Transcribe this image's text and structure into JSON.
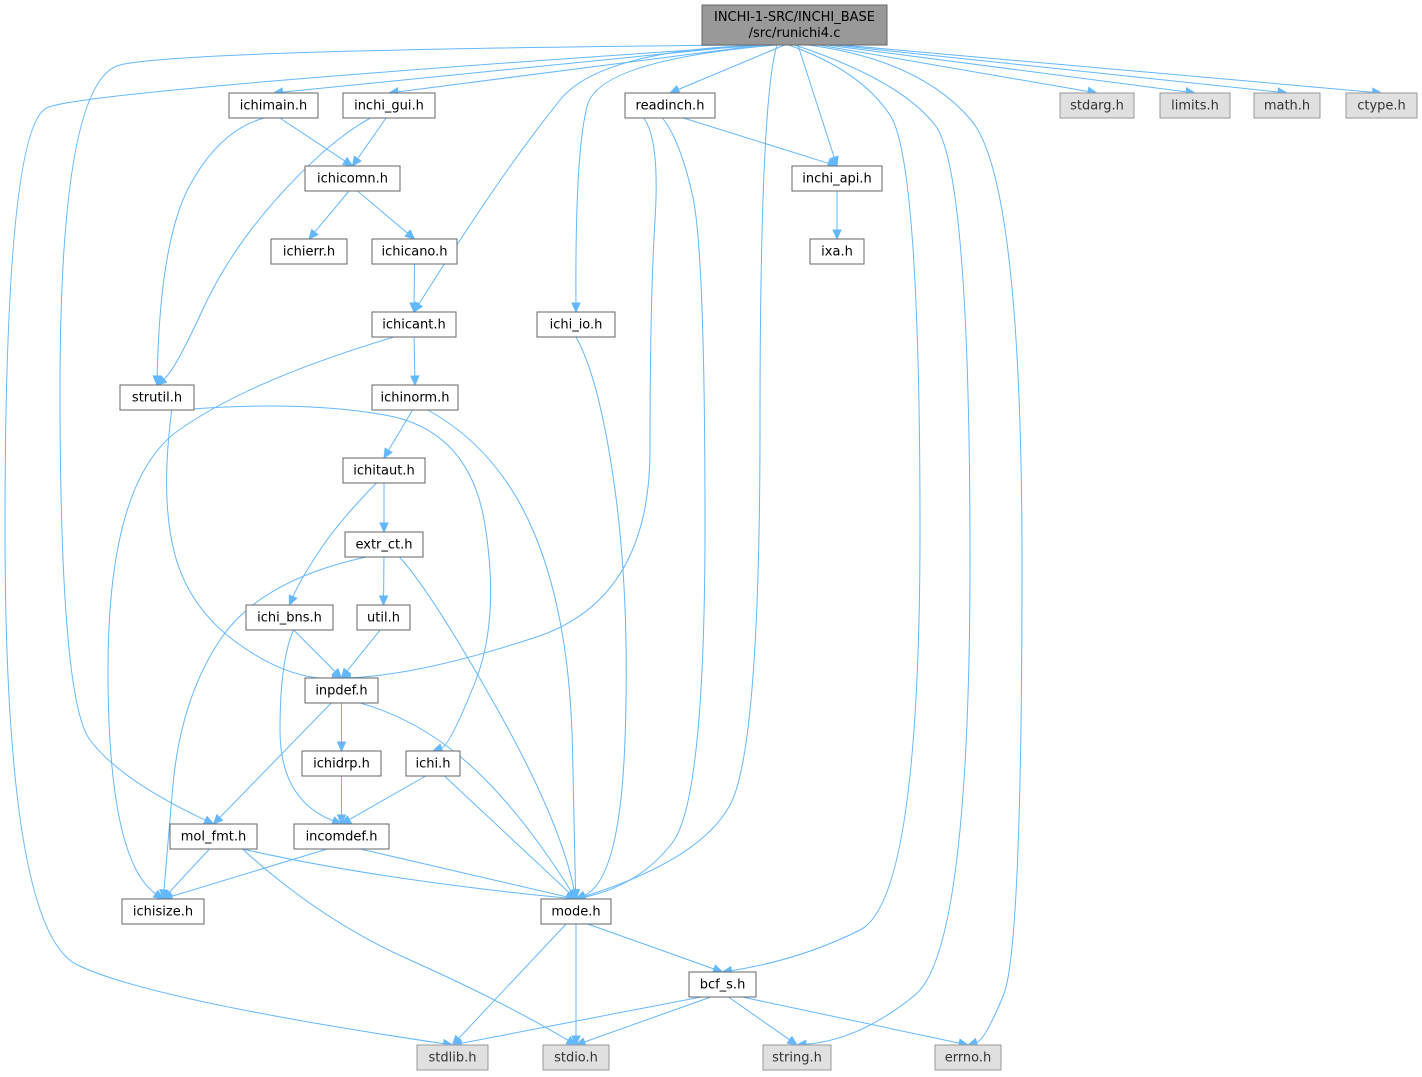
{
  "diagram": {
    "nodes": [
      {
        "id": "root",
        "kind": "root",
        "lines": [
          "INCHI-1-SRC/INCHI_BASE",
          "/src/runichi4.c"
        ]
      },
      {
        "id": "ichimain",
        "kind": "user",
        "lines": [
          "ichimain.h"
        ]
      },
      {
        "id": "inchi_gui",
        "kind": "user",
        "lines": [
          "inchi_gui.h"
        ]
      },
      {
        "id": "readinch",
        "kind": "user",
        "lines": [
          "readinch.h"
        ]
      },
      {
        "id": "stdarg",
        "kind": "system",
        "lines": [
          "stdarg.h"
        ]
      },
      {
        "id": "limits",
        "kind": "system",
        "lines": [
          "limits.h"
        ]
      },
      {
        "id": "math",
        "kind": "system",
        "lines": [
          "math.h"
        ]
      },
      {
        "id": "ctype",
        "kind": "system",
        "lines": [
          "ctype.h"
        ]
      },
      {
        "id": "ichicomn",
        "kind": "user",
        "lines": [
          "ichicomn.h"
        ]
      },
      {
        "id": "inchi_api",
        "kind": "user",
        "lines": [
          "inchi_api.h"
        ]
      },
      {
        "id": "ichierr",
        "kind": "user",
        "lines": [
          "ichierr.h"
        ]
      },
      {
        "id": "ichicano",
        "kind": "user",
        "lines": [
          "ichicano.h"
        ]
      },
      {
        "id": "ixa",
        "kind": "user",
        "lines": [
          "ixa.h"
        ]
      },
      {
        "id": "ichicant",
        "kind": "user",
        "lines": [
          "ichicant.h"
        ]
      },
      {
        "id": "ichi_io",
        "kind": "user",
        "lines": [
          "ichi_io.h"
        ]
      },
      {
        "id": "strutil",
        "kind": "user",
        "lines": [
          "strutil.h"
        ]
      },
      {
        "id": "ichinorm",
        "kind": "user",
        "lines": [
          "ichinorm.h"
        ]
      },
      {
        "id": "ichitaut",
        "kind": "user",
        "lines": [
          "ichitaut.h"
        ]
      },
      {
        "id": "extr_ct",
        "kind": "user",
        "lines": [
          "extr_ct.h"
        ]
      },
      {
        "id": "ichi_bns",
        "kind": "user",
        "lines": [
          "ichi_bns.h"
        ]
      },
      {
        "id": "util",
        "kind": "user",
        "lines": [
          "util.h"
        ]
      },
      {
        "id": "inpdef",
        "kind": "user",
        "lines": [
          "inpdef.h"
        ]
      },
      {
        "id": "ichidrp",
        "kind": "user",
        "lines": [
          "ichidrp.h"
        ]
      },
      {
        "id": "ichi",
        "kind": "user",
        "lines": [
          "ichi.h"
        ]
      },
      {
        "id": "mol_fmt",
        "kind": "user",
        "lines": [
          "mol_fmt.h"
        ]
      },
      {
        "id": "incomdef",
        "kind": "user",
        "lines": [
          "incomdef.h"
        ]
      },
      {
        "id": "ichisize",
        "kind": "user",
        "lines": [
          "ichisize.h"
        ]
      },
      {
        "id": "mode",
        "kind": "user",
        "lines": [
          "mode.h"
        ]
      },
      {
        "id": "bcf_s",
        "kind": "user",
        "lines": [
          "bcf_s.h"
        ]
      },
      {
        "id": "stdlib",
        "kind": "system",
        "lines": [
          "stdlib.h"
        ]
      },
      {
        "id": "stdio",
        "kind": "system",
        "lines": [
          "stdio.h"
        ]
      },
      {
        "id": "string",
        "kind": "system",
        "lines": [
          "string.h"
        ]
      },
      {
        "id": "errno",
        "kind": "system",
        "lines": [
          "errno.h"
        ]
      }
    ],
    "edges": [
      [
        "root",
        "ichimain"
      ],
      [
        "root",
        "inchi_gui"
      ],
      [
        "root",
        "readinch"
      ],
      [
        "root",
        "stdarg"
      ],
      [
        "root",
        "limits"
      ],
      [
        "root",
        "math"
      ],
      [
        "root",
        "ctype"
      ],
      [
        "root",
        "inchi_api"
      ],
      [
        "root",
        "ichicant"
      ],
      [
        "root",
        "ichi_io"
      ],
      [
        "root",
        "mol_fmt"
      ],
      [
        "root",
        "mode"
      ],
      [
        "root",
        "bcf_s"
      ],
      [
        "root",
        "stdlib"
      ],
      [
        "root",
        "string"
      ],
      [
        "root",
        "errno"
      ],
      [
        "ichimain",
        "ichicomn"
      ],
      [
        "ichimain",
        "strutil"
      ],
      [
        "inchi_gui",
        "ichicomn"
      ],
      [
        "inchi_gui",
        "strutil"
      ],
      [
        "readinch",
        "inchi_api"
      ],
      [
        "readinch",
        "inpdef"
      ],
      [
        "readinch",
        "mode"
      ],
      [
        "ichicomn",
        "ichierr"
      ],
      [
        "ichicomn",
        "ichicano"
      ],
      [
        "inchi_api",
        "ixa"
      ],
      [
        "ichicano",
        "ichicant"
      ],
      [
        "ichicant",
        "ichinorm"
      ],
      [
        "ichicant",
        "ichisize"
      ],
      [
        "ichi_io",
        "mode"
      ],
      [
        "strutil",
        "inpdef"
      ],
      [
        "strutil",
        "ichi"
      ],
      [
        "ichinorm",
        "ichitaut"
      ],
      [
        "ichinorm",
        "mode"
      ],
      [
        "ichitaut",
        "extr_ct"
      ],
      [
        "ichitaut",
        "ichi_bns"
      ],
      [
        "extr_ct",
        "util"
      ],
      [
        "extr_ct",
        "ichisize"
      ],
      [
        "extr_ct",
        "mode"
      ],
      [
        "ichi_bns",
        "inpdef"
      ],
      [
        "ichi_bns",
        "incomdef"
      ],
      [
        "util",
        "inpdef"
      ],
      [
        "inpdef",
        "ichidrp"
      ],
      [
        "inpdef",
        "mol_fmt"
      ],
      [
        "inpdef",
        "mode"
      ],
      [
        "ichidrp",
        "incomdef"
      ],
      [
        "ichi",
        "incomdef"
      ],
      [
        "ichi",
        "mode"
      ],
      [
        "mol_fmt",
        "ichisize"
      ],
      [
        "mol_fmt",
        "mode"
      ],
      [
        "mol_fmt",
        "stdio"
      ],
      [
        "incomdef",
        "ichisize"
      ],
      [
        "incomdef",
        "mode"
      ],
      [
        "mode",
        "bcf_s"
      ],
      [
        "mode",
        "stdlib"
      ],
      [
        "mode",
        "stdio"
      ],
      [
        "bcf_s",
        "stdlib"
      ],
      [
        "bcf_s",
        "stdio"
      ],
      [
        "bcf_s",
        "string"
      ],
      [
        "bcf_s",
        "errno"
      ]
    ]
  }
}
